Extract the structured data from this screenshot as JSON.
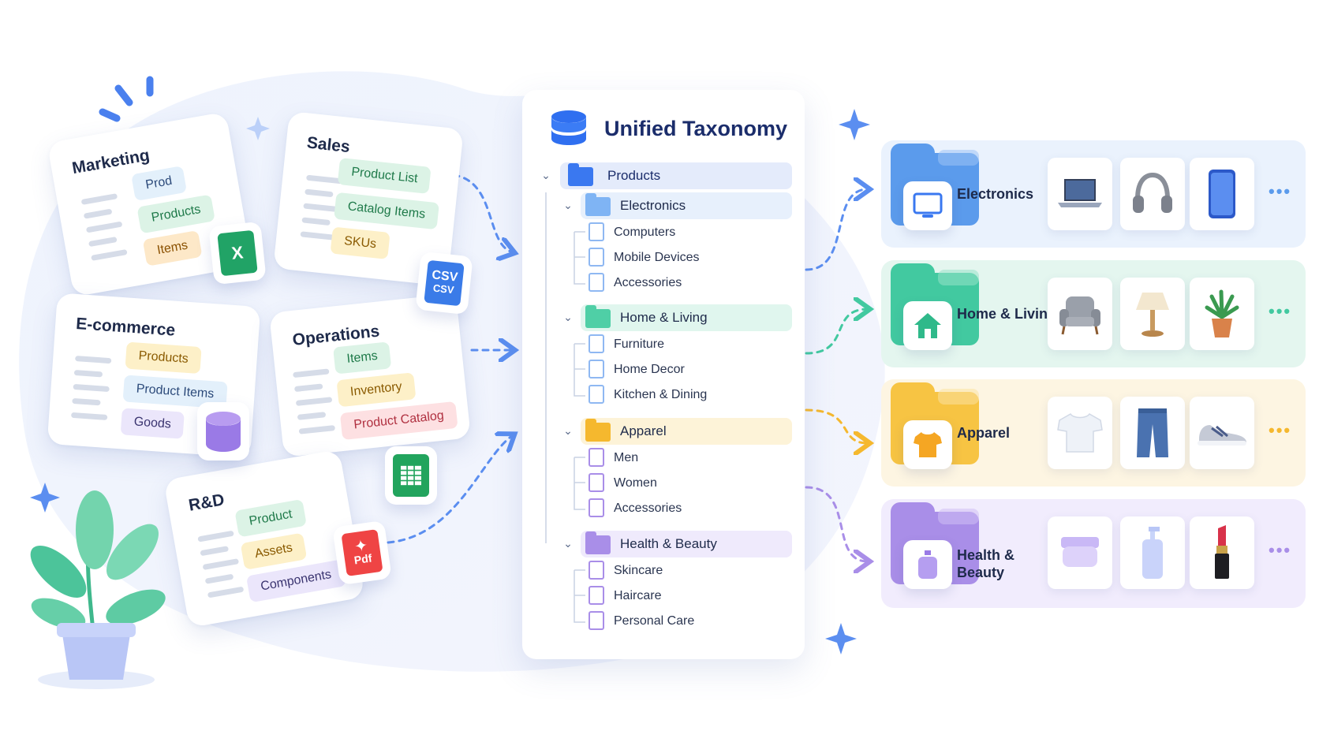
{
  "sources": [
    {
      "name": "Marketing",
      "tags": [
        "Prod",
        "Products",
        "Items"
      ],
      "file": "excel-file-icon"
    },
    {
      "name": "Sales",
      "tags": [
        "Product List",
        "Catalog Items",
        "SKUs"
      ],
      "file": "csv-file-icon"
    },
    {
      "name": "E-commerce",
      "tags": [
        "Products",
        "Product Items",
        "Goods"
      ],
      "file": "database-icon"
    },
    {
      "name": "Operations",
      "tags": [
        "Items",
        "Inventory",
        "Product Catalog"
      ],
      "file": "spreadsheet-icon"
    },
    {
      "name": "R&D",
      "tags": [
        "Product",
        "Assets",
        "Components"
      ],
      "file": "pdf-file-icon"
    }
  ],
  "file_badges": {
    "excel": "X",
    "csv": "CSV",
    "csv2": "CSV",
    "pdf": "Pdf"
  },
  "taxonomy": {
    "title": "Unified Taxonomy",
    "root": "Products",
    "categories": [
      {
        "name": "Electronics",
        "color": "#5b9bec",
        "children": [
          "Computers",
          "Mobile Devices",
          "Accessories"
        ]
      },
      {
        "name": "Home & Living",
        "color": "#42c9a0",
        "children": [
          "Furniture",
          "Home Decor",
          "Kitchen & Dining"
        ]
      },
      {
        "name": "Apparel",
        "color": "#f5b82e",
        "children": [
          "Men",
          "Women",
          "Accessories"
        ]
      },
      {
        "name": "Health & Beauty",
        "color": "#a98ee8",
        "children": [
          "Skincare",
          "Haircare",
          "Personal Care"
        ]
      }
    ]
  },
  "outputs": [
    {
      "label": "Electronics",
      "icon": "monitor-icon",
      "items": [
        "laptop",
        "headphones",
        "smartphone"
      ],
      "more": "•••"
    },
    {
      "label": "Home & Living",
      "icon": "house-icon",
      "items": [
        "armchair",
        "table-lamp",
        "potted-plant"
      ],
      "more": "•••"
    },
    {
      "label": "Apparel",
      "icon": "t-shirt-icon",
      "items": [
        "t-shirt",
        "jeans",
        "sneaker"
      ],
      "more": "•••"
    },
    {
      "label": "Health & Beauty",
      "icon": "bottle-icon",
      "items": [
        "cream-jar",
        "pump-bottle",
        "lipstick"
      ],
      "more": "•••"
    }
  ],
  "colors": {
    "blue": "#5b9bec",
    "teal": "#42c9a0",
    "yellow": "#f5b82e",
    "purple": "#a98ee8",
    "navy": "#1b2d6b",
    "arrow": "#5b8ef0"
  }
}
